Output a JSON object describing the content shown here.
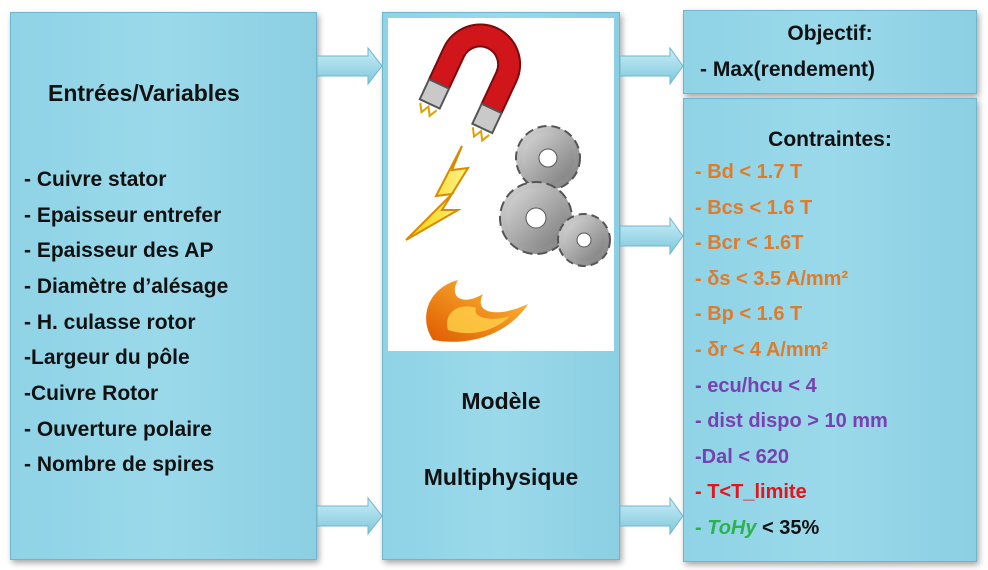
{
  "colors": {
    "box_fill": "#9ad9ea",
    "orange": "#e07b2a",
    "purple": "#7a3fb0",
    "red": "#e3141b",
    "green": "#2bb24c"
  },
  "inputs": {
    "title": "Entrées/Variables",
    "items": [
      "- Cuivre stator",
      "- Epaisseur entrefer",
      "- Epaisseur des AP",
      "- Diamètre d’alésage",
      "- H. culasse rotor",
      "-Largeur du pôle",
      "-Cuivre Rotor",
      "- Ouverture polaire",
      "- Nombre de spires"
    ]
  },
  "model": {
    "title_line1": "Modèle",
    "title_line2": "Multiphysique",
    "icons": [
      "magnet-icon",
      "lightning-icon",
      "gears-icon",
      "flame-icon"
    ]
  },
  "objective": {
    "title": "Objectif:",
    "item": "-  Max(rendement)"
  },
  "constraints": {
    "title": "Contraintes:",
    "items": [
      {
        "prefix": "- ",
        "text": "Bd < 1.7 T",
        "color": "#e07b2a"
      },
      {
        "prefix": "- ",
        "text": "Bcs < 1.6 T",
        "color": "#e07b2a"
      },
      {
        "prefix": "- ",
        "text": "Bcr < 1.6T",
        "color": "#e07b2a"
      },
      {
        "prefix": "- ",
        "text": "δs < 3.5 A/mm²",
        "color": "#e07b2a"
      },
      {
        "prefix": "- ",
        "text": "Bp < 1.6 T",
        "color": "#e07b2a"
      },
      {
        "prefix": "- ",
        "text": "δr < 4 A/mm²",
        "color": "#e07b2a"
      },
      {
        "prefix": "- ",
        "text": "ecu/hcu < 4",
        "color": "#7a3fb0"
      },
      {
        "prefix": "- ",
        "text": "dist dispo > 10 mm",
        "color": "#7a3fb0"
      },
      {
        "prefix": "-",
        "text": "Dal < 620",
        "color": "#7a3fb0"
      },
      {
        "prefix": "- ",
        "text": "T<T_limite",
        "color": "#e3141b"
      },
      {
        "prefix": "- ",
        "italic": "ToHy",
        "text": " < 35%",
        "color": "#2bb24c"
      }
    ]
  }
}
